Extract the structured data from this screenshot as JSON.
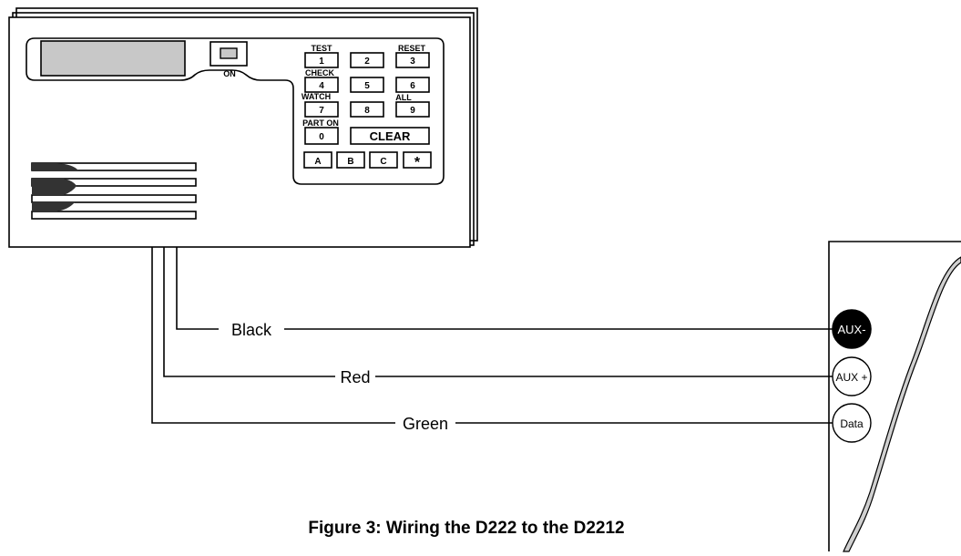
{
  "figure": {
    "caption": "Figure 3:  Wiring the D222 to the D2212"
  },
  "keypad": {
    "on_label": "ON",
    "keys": {
      "k1": "1",
      "k2": "2",
      "k3": "3",
      "k4": "4",
      "k5": "5",
      "k6": "6",
      "k7": "7",
      "k8": "8",
      "k9": "9",
      "k0": "0",
      "clear": "CLEAR",
      "a": "A",
      "b": "B",
      "c": "C",
      "star": "*"
    },
    "function_labels": {
      "test": "TEST",
      "reset": "RESET",
      "check": "CHECK",
      "watch": "WATCH",
      "all": "ALL",
      "part_on": "PART ON"
    }
  },
  "wires": {
    "black": "Black",
    "red": "Red",
    "green": "Green"
  },
  "terminals": {
    "aux_minus": "AUX-",
    "aux_plus": "AUX +",
    "data": "Data"
  }
}
